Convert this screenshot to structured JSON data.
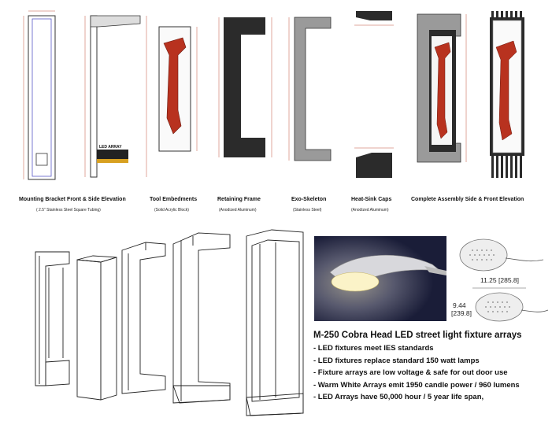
{
  "elevations": {
    "mounting_bracket": {
      "title": "Mounting Bracket Front & Side Elevation",
      "subtitle": "( 2.5\"  Stainless Steel Square Tubing)",
      "led_label": "LED ARRAY"
    },
    "tool_embedments": {
      "title": "Tool Embedments",
      "subtitle": "(Solid Acrylic Block)"
    },
    "retaining_frame": {
      "title": "Retaining Frame",
      "subtitle": "(Anodized Aluminum)"
    },
    "exo_skeleton": {
      "title": "Exo-Skeleton",
      "subtitle": "(Stainless Steel)"
    },
    "heat_sink": {
      "title": "Heat-Sink Caps",
      "subtitle": "(Anodized Aluminum)"
    },
    "complete_assembly": {
      "title": "Complete Assembly Side & Front Elevation"
    }
  },
  "array_dims": {
    "width": "11.25 [285.8]",
    "height_line1": "9.44",
    "height_line2": "[239.8]"
  },
  "product": {
    "title": "M-250 Cobra Head LED street light  fixture arrays",
    "bullets": [
      "- LED fixtures meet IES standards",
      "- LED fixtures replace standard 150 watt lamps",
      "- Fixture arrays are low voltage & safe for out door use",
      "- Warm White Arrays emit 1950 candle power / 960 lumens",
      "- LED Arrays have  50,000 hour / 5 year life span,"
    ]
  },
  "colors": {
    "frame_black": "#2b2b2b",
    "steel_gray": "#9a9a9a",
    "hammer_red": "#b8321f",
    "dimension_line": "#c0503a",
    "photo_bg": "#1a1d38"
  }
}
